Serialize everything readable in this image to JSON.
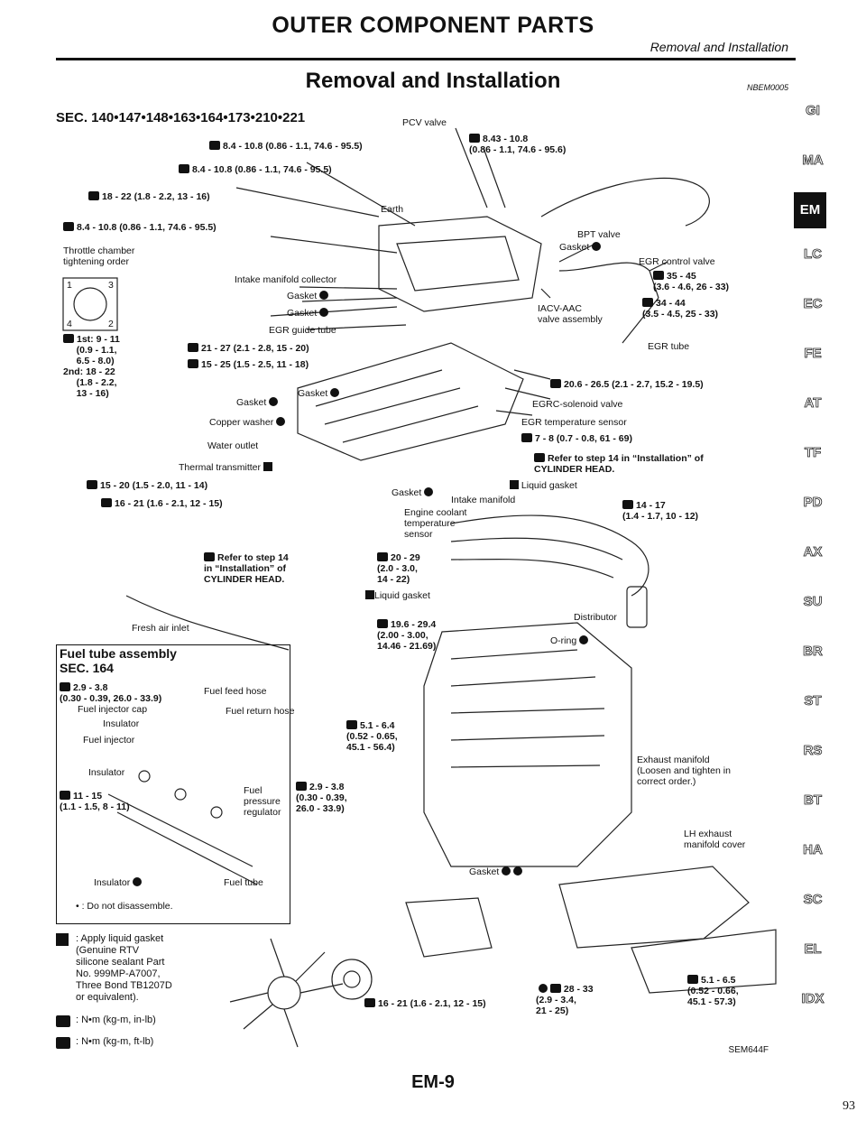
{
  "header": {
    "title": "OUTER COMPONENT PARTS",
    "subtitle": "Removal and Installation",
    "section_title": "Removal and Installation",
    "doc_code": "NBEM0005",
    "sec_ref": "SEC. 140•147•148•163•164•173•210•221"
  },
  "labels": {
    "pcv_valve": "PCV valve",
    "t1": "8.4 - 10.8 (0.86 - 1.1, 74.6 - 95.5)",
    "t2": "8.43 - 10.8\n(0.86 - 1.1, 74.6 - 95.6)",
    "t3": "8.4 - 10.8 (0.86 - 1.1, 74.6 - 95.5)",
    "t4": "18 - 22 (1.8 - 2.2, 13 - 16)",
    "earth": "Earth",
    "t5": "8.4 - 10.8 (0.86 - 1.1, 74.6 - 95.5)",
    "throttle": "Throttle chamber\ntightening order",
    "intake_collector": "Intake manifold collector",
    "gasket": "Gasket",
    "egr_guide": "EGR guide tube",
    "bpt_valve": "BPT valve",
    "egr_control": "EGR control valve",
    "t6": "35 - 45\n(3.6 - 4.6, 26 - 33)",
    "t7": "34 - 44\n(3.5 - 4.5, 25 - 33)",
    "iacv": "IACV-AAC\nvalve assembly",
    "egr_tube": "EGR tube",
    "t8": "1st: 9 - 11\n     (0.9 - 1.1,\n     6.5 - 8.0)\n2nd: 18 - 22\n     (1.8 - 2.2,\n     13 - 16)",
    "t9": "21 - 27 (2.1 - 2.8, 15 - 20)",
    "t10": "15 - 25 (1.5 - 2.5, 11 - 18)",
    "t11": "20.6 - 26.5 (2.1 - 2.7, 15.2 - 19.5)",
    "egrc_solenoid": "EGRC-solenoid valve",
    "egr_temp": "EGR temperature sensor",
    "t12": "7 - 8 (0.7 - 0.8, 61 - 69)",
    "refer1": "Refer to step 14 in “Installation” of\nCYLINDER HEAD.",
    "liquid_gasket": "Liquid gasket",
    "copper_washer": "Copper washer",
    "water_outlet": "Water outlet",
    "thermal": "Thermal transmitter",
    "t13": "15 - 20 (1.5 - 2.0, 11 - 14)",
    "t14": "16 - 21 (1.6 - 2.1, 12 - 15)",
    "intake_manifold": "Intake manifold",
    "engine_coolant": "Engine coolant\ntemperature\nsensor",
    "t15": "14 - 17\n(1.4 - 1.7, 10 - 12)",
    "refer2": "Refer to step 14\nin “Installation” of\nCYLINDER HEAD.",
    "t16": "20 - 29\n(2.0 - 3.0,\n14 - 22)",
    "liquid_gasket2": "Liquid gasket",
    "distributor": "Distributor",
    "fresh_air": "Fresh air inlet",
    "t17": "19.6 - 29.4\n(2.00 - 3.00,\n14.46 - 21.69)",
    "oring": "O-ring",
    "exhaust_manifold": "Exhaust manifold\n(Loosen and tighten in\ncorrect order.)",
    "lh_cover": "LH exhaust\nmanifold cover",
    "gasket2": "Gasket",
    "t18": "28 - 33\n(2.9 - 3.4,\n21 - 25)",
    "t19": "16 - 21 (1.6 - 2.1, 12 - 15)",
    "t20": "5.1 - 6.5\n(0.52 - 0.66,\n45.1 - 57.3)"
  },
  "fuel": {
    "title": "Fuel tube assembly\nSEC. 164",
    "t1": "2.9 - 3.8\n(0.30 - 0.39, 26.0 - 33.9)",
    "feed_hose": "Fuel feed hose",
    "injector_cap": "Fuel injector cap",
    "return_hose": "Fuel return hose",
    "insulator": "Insulator",
    "fuel_injector": "Fuel injector",
    "t2": "5.1 - 6.4\n(0.52 - 0.65,\n45.1 - 56.4)",
    "insulator2": "Insulator",
    "t3": "11 - 15\n(1.1 - 1.5, 8 - 11)",
    "regulator": "Fuel\npressure\nregulator",
    "t4": "2.9 - 3.8\n(0.30 - 0.39,\n26.0 - 33.9)",
    "insulator3": "Insulator",
    "fuel_tube": "Fuel tube",
    "do_not": "• : Do not disassemble."
  },
  "legend": {
    "liquid": ": Apply liquid gasket\n(Genuine RTV\nsilicone sealant Part\nNo. 999MP-A7007,\nThree Bond TB1207D\nor equivalent).",
    "nm_in": ": N•m (kg-m, in-lb)",
    "nm_ft": ": N•m (kg-m, ft-lb)"
  },
  "side_tabs": [
    "GI",
    "MA",
    "EM",
    "LC",
    "EC",
    "FE",
    "AT",
    "TF",
    "PD",
    "AX",
    "SU",
    "BR",
    "ST",
    "RS",
    "BT",
    "HA",
    "SC",
    "EL",
    "IDX"
  ],
  "active_tab": "EM",
  "footer": {
    "fig_code": "SEM644F",
    "page": "EM-9",
    "ext_page": "93"
  }
}
